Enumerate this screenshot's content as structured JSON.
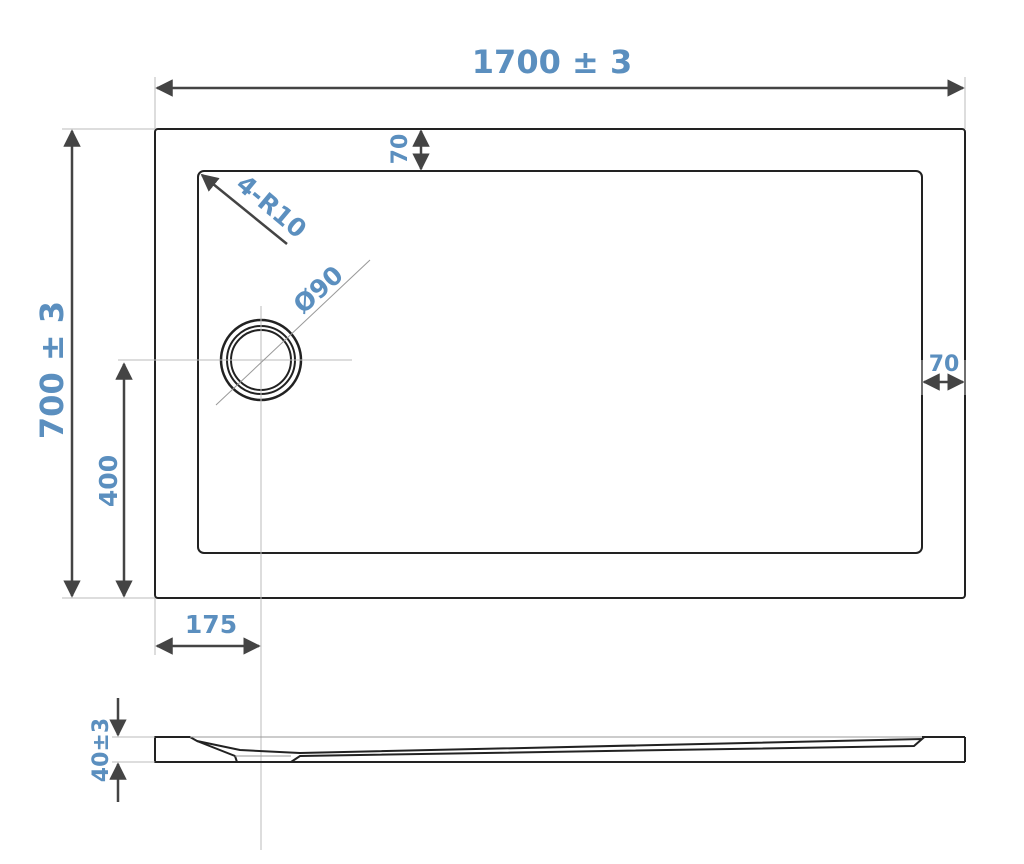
{
  "dimensions": {
    "length": "1700 ± 3",
    "width": "700 ± 3",
    "rim_top": "70",
    "rim_side": "70",
    "corner_radius": "4-R10",
    "drain_diameter": "Ø90",
    "drain_from_bottom": "400",
    "drain_from_left": "175",
    "height": "40±3"
  },
  "colors": {
    "dimension_text": "#5b8fbf",
    "outline": "#222222",
    "arrow": "#444444"
  }
}
